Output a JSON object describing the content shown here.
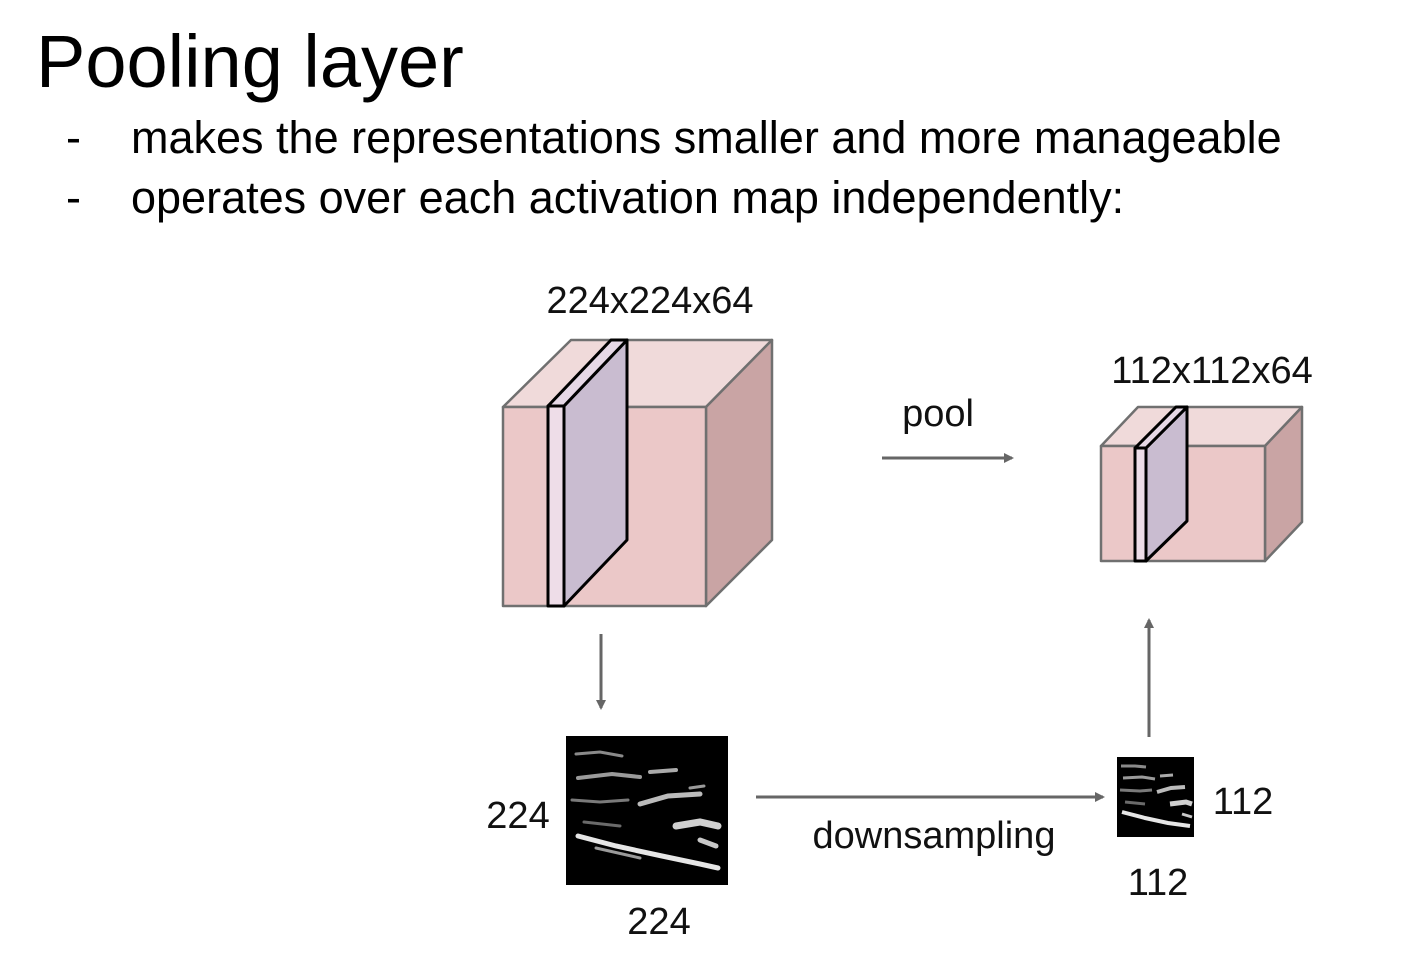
{
  "slide": {
    "title": "Pooling layer",
    "bullets": [
      {
        "marker": "-",
        "text": "makes the representations smaller and more manageable"
      },
      {
        "marker": "-",
        "text": "operates over each activation map independently:"
      }
    ]
  },
  "diagram": {
    "input_volume_label": "224x224x64",
    "output_volume_label": "112x112x64",
    "pool_label": "pool",
    "downsampling_label": "downsampling",
    "input_map_height_label": "224",
    "input_map_width_label": "224",
    "output_map_height_label": "112",
    "output_map_width_label": "112",
    "colors": {
      "volume_front": "#ebc8c8",
      "volume_top": "#f0dada",
      "volume_side": "#c9a4a4",
      "slice_fill": "#c9bcd0",
      "arrow": "#666666"
    }
  }
}
